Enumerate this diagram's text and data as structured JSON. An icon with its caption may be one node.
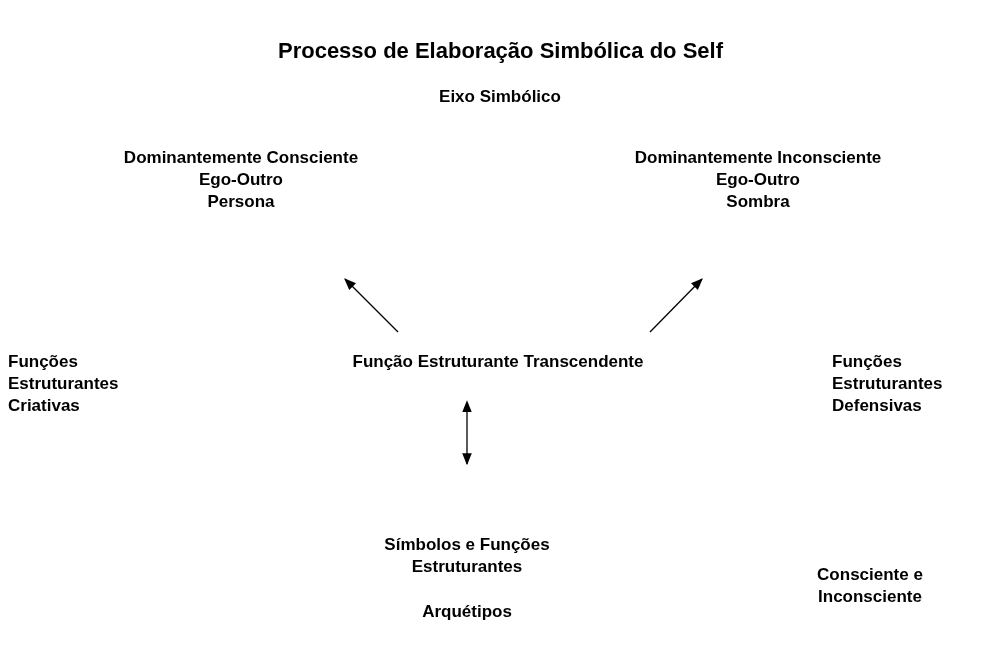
{
  "diagram": {
    "title": "Processo de Elaboração Simbólica do Self",
    "nodes": [
      {
        "text": [
          "Dominantemente Consciente",
          "Ego-Outro",
          "Persona"
        ]
      },
      {
        "text": [
          "Dominantemente Inconsciente",
          "Ego-Outro",
          "Sombra"
        ]
      },
      {
        "text": [
          "Função Estruturante Transcendente"
        ]
      },
      {
        "text": [
          "Símbolos e Funções Estruturantes"
        ]
      }
    ],
    "edges": [
      {
        "from": 2,
        "to": 0,
        "arrow": "to"
      },
      {
        "from": 2,
        "to": 1,
        "arrow": "to"
      },
      {
        "from": 2,
        "to": 3,
        "arrow": "both"
      }
    ],
    "labels": [
      "Eixo Simbólico",
      "Funções Estruturantes Criativas",
      "Funções Estruturantes Defensivas",
      "Consciente e Inconsciente",
      "Arquétipos"
    ]
  }
}
